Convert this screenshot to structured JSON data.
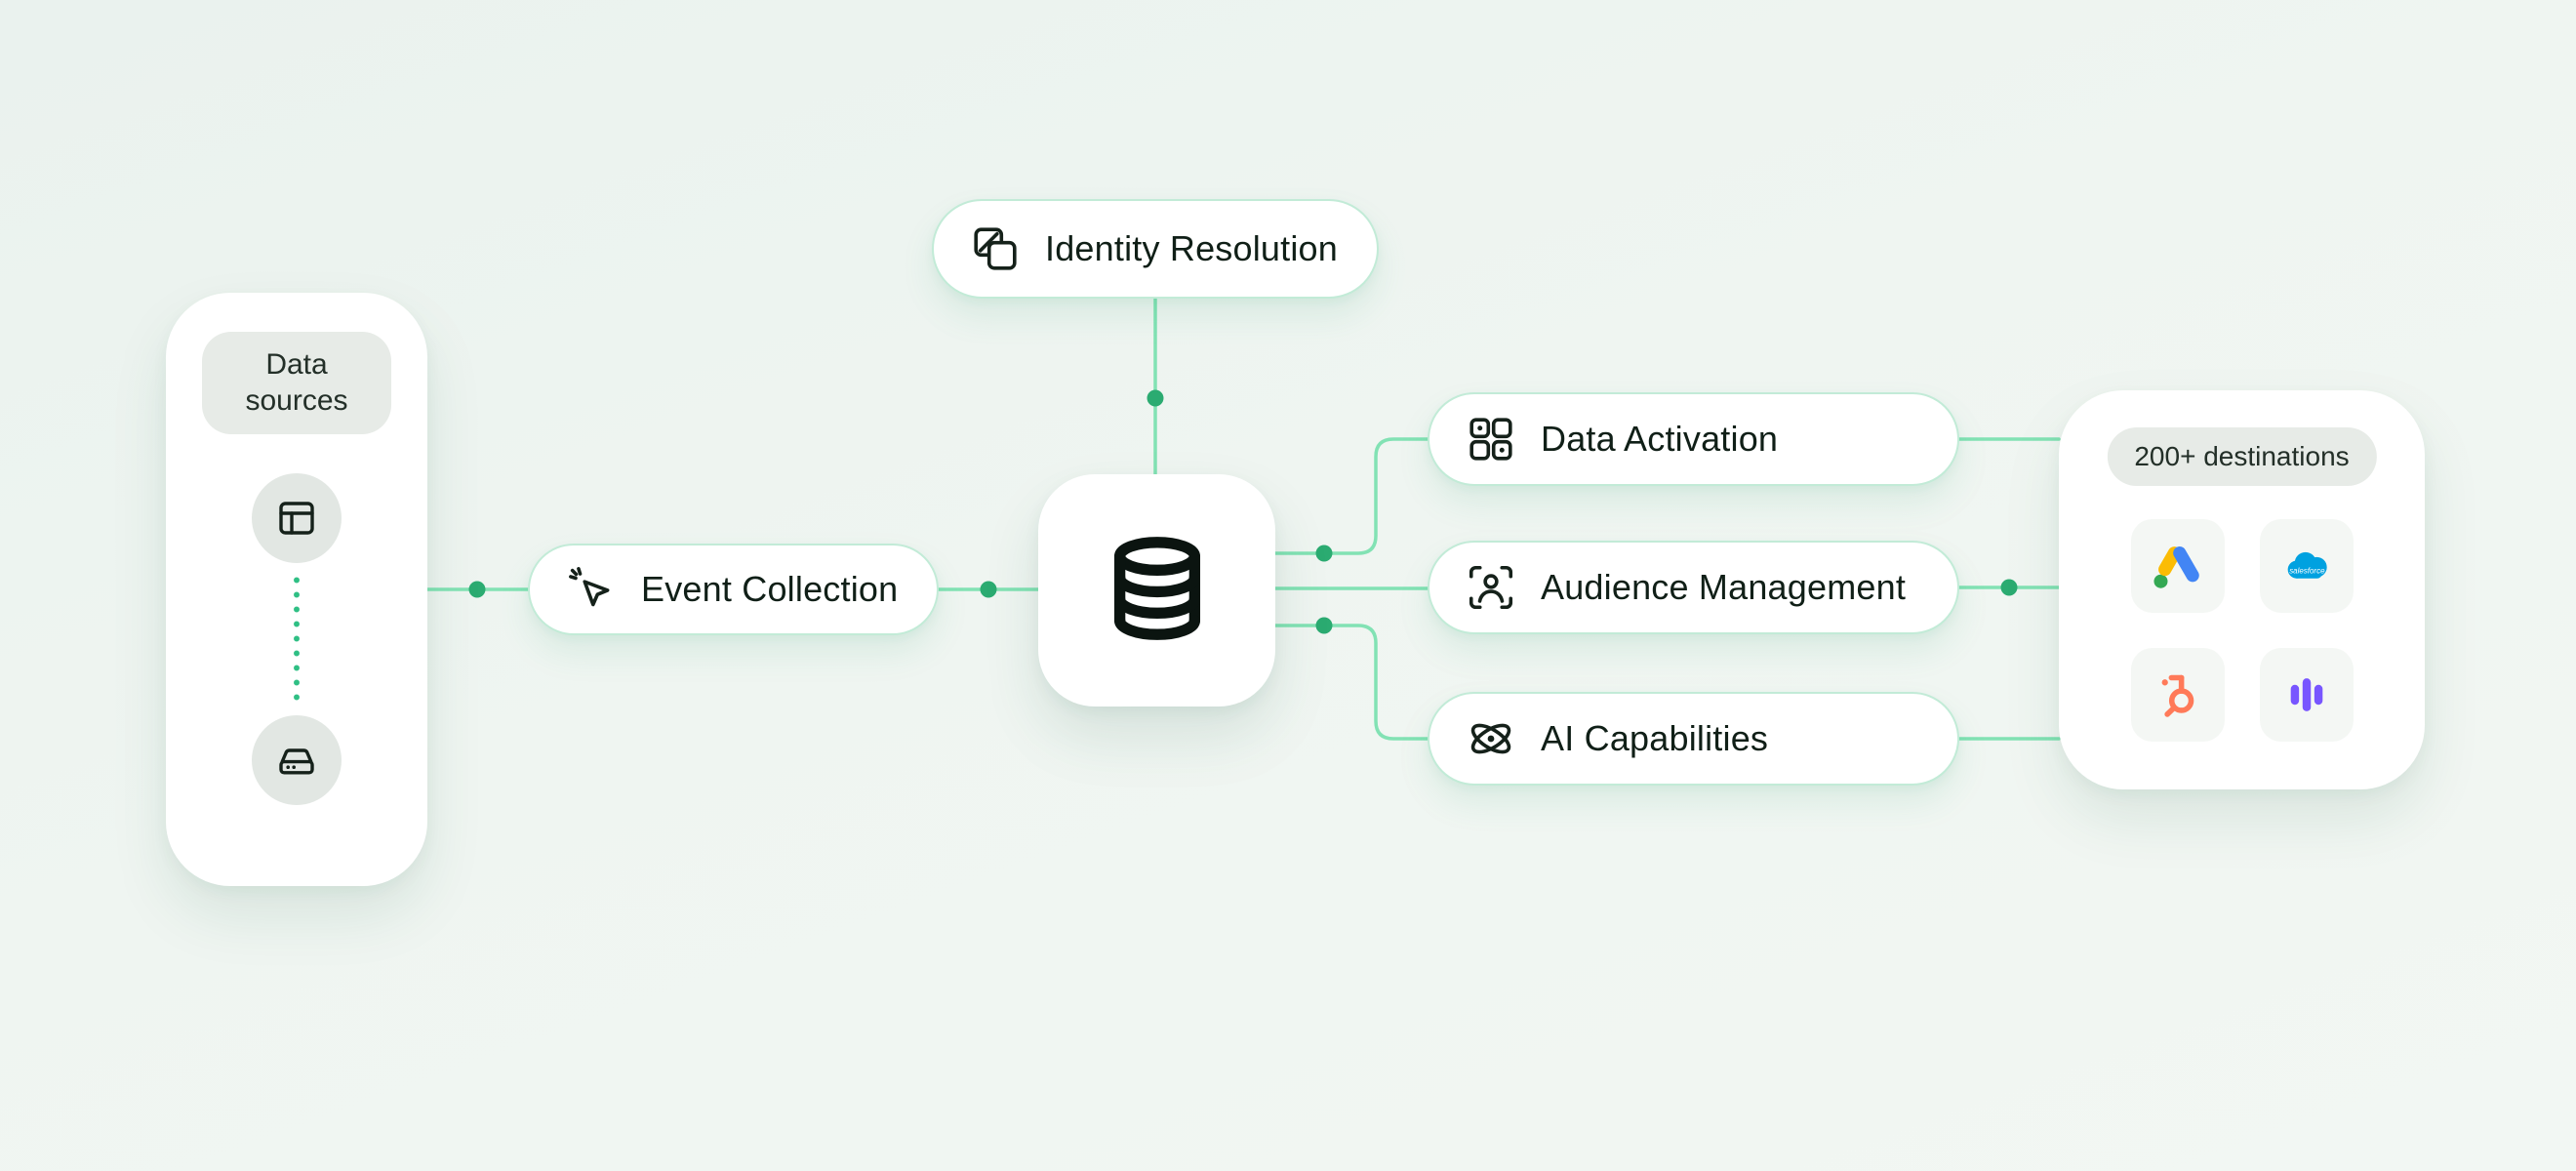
{
  "diagram": {
    "data_sources": {
      "label": "Data sources"
    },
    "event_collection": {
      "label": "Event Collection"
    },
    "identity_resolution": {
      "label": "Identity Resolution"
    },
    "outputs": [
      {
        "label": "Data Activation"
      },
      {
        "label": "Audience Management"
      },
      {
        "label": "AI Capabilities"
      }
    ],
    "destinations": {
      "label": "200+ destinations",
      "logos": [
        "Google Ads",
        "Salesforce",
        "HubSpot",
        "Mixpanel"
      ]
    }
  },
  "icons": {
    "event_collection": "cursor-click-icon",
    "identity_resolution": "overlapping-squares-icon",
    "data_activation": "grid-squares-icon",
    "audience_management": "user-frame-icon",
    "ai_capabilities": "atom-icon",
    "database": "database-cylinder-icon",
    "source_top": "browser-window-icon",
    "source_bottom": "hard-drive-icon"
  },
  "colors": {
    "background": "#eff5f1",
    "accent_green": "#2fbf84",
    "connector_line": "#82e2b4",
    "connector_dot": "#2bab71",
    "pill_border": "#c2ebd7",
    "text": "#101f17",
    "google_blue": "#4285f4",
    "google_yellow": "#fbbc04",
    "google_green": "#34a853",
    "salesforce_blue": "#00a1e0",
    "hubspot_orange": "#ff7a59",
    "mixpanel_purple": "#7856ff"
  }
}
